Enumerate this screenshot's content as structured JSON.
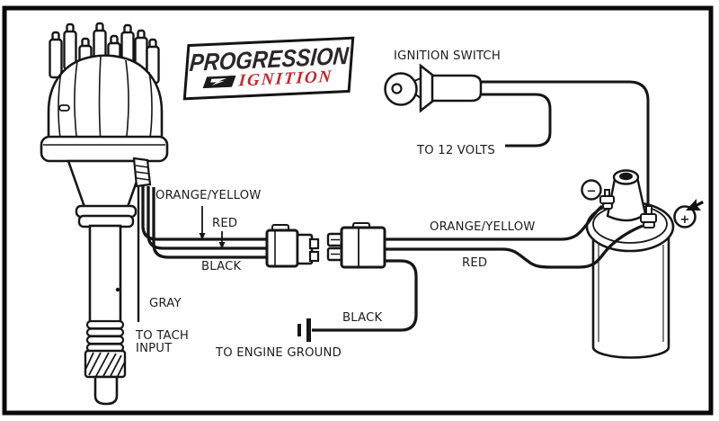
{
  "page": {
    "background": "#ffffff",
    "border_color": "#0a0a0a",
    "ink_color": "#161616"
  },
  "logo": {
    "brand": "PROGRESSION",
    "product": "IGNITION",
    "brand_color": "#2b2728",
    "product_color": "#c8252c"
  },
  "ignition_switch": {
    "title": "IGNITION SWITCH",
    "power_label": "TO 12 VOLTS"
  },
  "distributor_wires": {
    "orange_yellow": "ORANGE/YELLOW",
    "red": "RED",
    "black": "BLACK",
    "gray": "GRAY",
    "tach_line1": "TO TACH",
    "tach_line2": "INPUT"
  },
  "coil_harness": {
    "orange_yellow": "ORANGE/YELLOW",
    "red": "RED",
    "black": "BLACK",
    "ground_label": "TO ENGINE GROUND"
  },
  "coil": {
    "negative_symbol": "−",
    "positive_symbol": "+"
  }
}
